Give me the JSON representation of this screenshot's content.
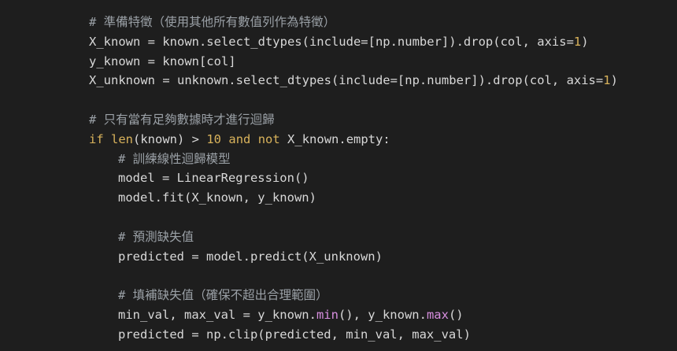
{
  "colors": {
    "background": "#1e1e1e",
    "text": "#d8d8d8",
    "comment": "#9aa0a6",
    "keyword": "#d8b25b",
    "number": "#d8b25b",
    "method": "#d88fe0"
  },
  "code_lines": [
    {
      "indent": 0,
      "tokens": [
        {
          "type": "comment",
          "text": "# 準備特徵（使用其他所有數值列作為特徵）"
        }
      ]
    },
    {
      "indent": 0,
      "tokens": [
        {
          "type": "default",
          "text": "X_known = known.select_dtypes(include=[np.number]).drop(col, axis="
        },
        {
          "type": "number",
          "text": "1"
        },
        {
          "type": "default",
          "text": ")"
        }
      ]
    },
    {
      "indent": 0,
      "tokens": [
        {
          "type": "default",
          "text": "y_known = known[col]"
        }
      ]
    },
    {
      "indent": 0,
      "tokens": [
        {
          "type": "default",
          "text": "X_unknown = unknown.select_dtypes(include=[np.number]).drop(col, axis="
        },
        {
          "type": "number",
          "text": "1"
        },
        {
          "type": "default",
          "text": ")"
        }
      ]
    },
    {
      "indent": 0,
      "tokens": []
    },
    {
      "indent": 0,
      "tokens": [
        {
          "type": "comment",
          "text": "# 只有當有足夠數據時才進行迴歸"
        }
      ]
    },
    {
      "indent": 0,
      "tokens": [
        {
          "type": "keyword",
          "text": "if"
        },
        {
          "type": "default",
          "text": " "
        },
        {
          "type": "builtin",
          "text": "len"
        },
        {
          "type": "default",
          "text": "(known) > "
        },
        {
          "type": "number",
          "text": "10"
        },
        {
          "type": "default",
          "text": " "
        },
        {
          "type": "keyword",
          "text": "and"
        },
        {
          "type": "default",
          "text": " "
        },
        {
          "type": "keyword",
          "text": "not"
        },
        {
          "type": "default",
          "text": " X_known.empty:"
        }
      ]
    },
    {
      "indent": 1,
      "tokens": [
        {
          "type": "comment",
          "text": "# 訓練線性迴歸模型"
        }
      ]
    },
    {
      "indent": 1,
      "tokens": [
        {
          "type": "default",
          "text": "model = LinearRegression()"
        }
      ]
    },
    {
      "indent": 1,
      "tokens": [
        {
          "type": "default",
          "text": "model.fit(X_known, y_known)"
        }
      ]
    },
    {
      "indent": 1,
      "tokens": []
    },
    {
      "indent": 1,
      "tokens": [
        {
          "type": "comment",
          "text": "# 預測缺失值"
        }
      ]
    },
    {
      "indent": 1,
      "tokens": [
        {
          "type": "default",
          "text": "predicted = model.predict(X_unknown)"
        }
      ]
    },
    {
      "indent": 1,
      "tokens": []
    },
    {
      "indent": 1,
      "tokens": [
        {
          "type": "comment",
          "text": "# 填補缺失值（確保不超出合理範圍）"
        }
      ]
    },
    {
      "indent": 1,
      "tokens": [
        {
          "type": "default",
          "text": "min_val, max_val = y_known."
        },
        {
          "type": "method",
          "text": "min"
        },
        {
          "type": "default",
          "text": "(), y_known."
        },
        {
          "type": "method",
          "text": "max"
        },
        {
          "type": "default",
          "text": "()"
        }
      ]
    },
    {
      "indent": 1,
      "tokens": [
        {
          "type": "default",
          "text": "predicted = np.clip(predicted, min_val, max_val)"
        }
      ]
    }
  ]
}
